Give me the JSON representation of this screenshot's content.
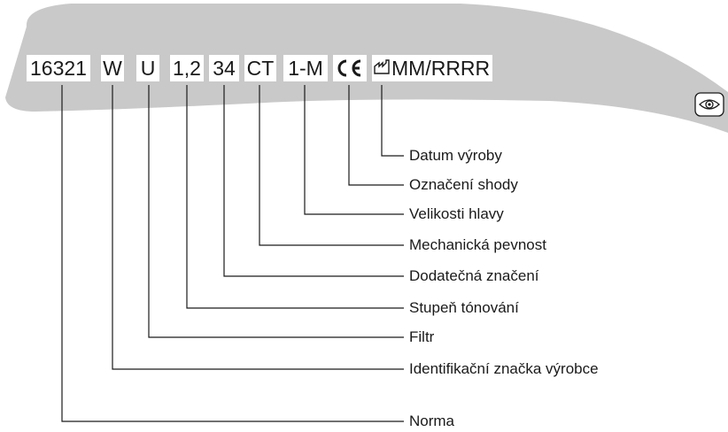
{
  "marking": {
    "segments": [
      {
        "key": "norm",
        "text": "16321"
      },
      {
        "key": "manufacturer",
        "text": "W"
      },
      {
        "key": "filter",
        "text": "U"
      },
      {
        "key": "shade",
        "text": "1,2"
      },
      {
        "key": "additional",
        "text": "34"
      },
      {
        "key": "mechanical",
        "text": "CT"
      },
      {
        "key": "head",
        "text": "1-M"
      },
      {
        "key": "ce",
        "text": "CE"
      },
      {
        "key": "date",
        "text": "MM/RRRR"
      }
    ]
  },
  "labels": {
    "date": "Datum výroby",
    "ce": "Označení shody",
    "head": "Velikosti hlavy",
    "mechanical": "Mechanická pevnost",
    "additional": "Dodatečná značení",
    "shade": "Stupeň tónování",
    "filter": "Filtr",
    "manufacturer": "Identifikační značka výrobce",
    "norm": "Norma"
  },
  "icons": {
    "manufacture_date": "factory-icon",
    "eye": "eye-icon",
    "ce": "ce-mark"
  },
  "colors": {
    "band": "#c9c9c9",
    "line": "#1a1a1a",
    "text": "#1a1a1a"
  }
}
